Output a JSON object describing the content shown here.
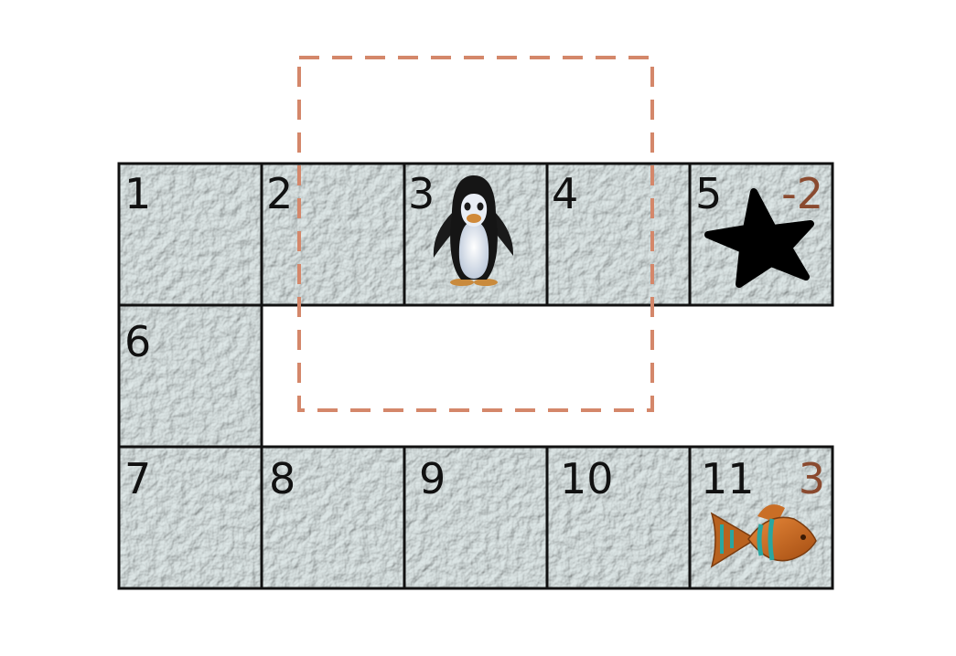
{
  "cells": [
    {
      "id": 1,
      "label": "1"
    },
    {
      "id": 2,
      "label": "2"
    },
    {
      "id": 3,
      "label": "3"
    },
    {
      "id": 4,
      "label": "4"
    },
    {
      "id": 5,
      "label": "5"
    },
    {
      "id": 6,
      "label": "6"
    },
    {
      "id": 7,
      "label": "7"
    },
    {
      "id": 8,
      "label": "8"
    },
    {
      "id": 9,
      "label": "9"
    },
    {
      "id": 10,
      "label": "10"
    },
    {
      "id": 11,
      "label": "11"
    }
  ],
  "rewards": {
    "cell5": "-2",
    "cell11": "3"
  },
  "agent": {
    "icon": "penguin-icon",
    "cell": 3
  },
  "hazard": {
    "icon": "star-icon",
    "cell": 5
  },
  "goal": {
    "icon": "fish-icon",
    "cell": 11
  },
  "colors": {
    "ice": "#c9d6d6",
    "grid_line": "#111111",
    "reward_text": "#8a4a2f",
    "view_window": "#d4876a"
  }
}
